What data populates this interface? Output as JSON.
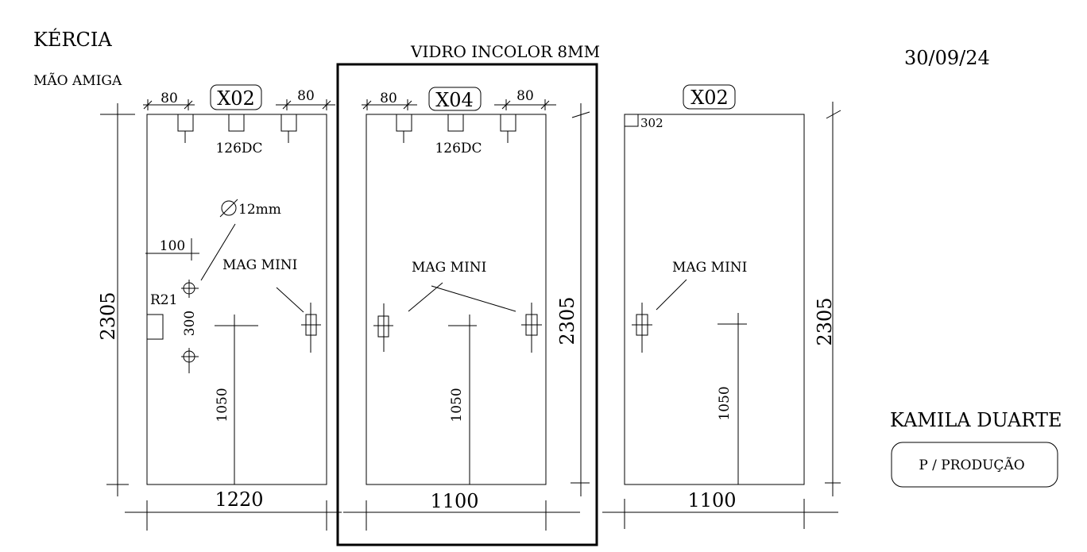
{
  "header": {
    "client": "KÉRCIA",
    "company": "MÃO AMIGA",
    "glass_spec": "VIDRO INCOLOR 8MM",
    "date": "30/09/24"
  },
  "footer": {
    "author": "KAMILA DUARTE",
    "stamp": "P / PRODUÇÃO"
  },
  "panels": [
    {
      "qty": "X02",
      "width": "1220",
      "height": "2305",
      "hinge_model": "126DC",
      "hinge_offset_left": "80",
      "hinge_offset_right": "80",
      "lock": "MAG MINI",
      "handle_height": "1050",
      "hole_diameter": "12mm",
      "hole_offset": "100",
      "notch_radius": "R21",
      "hole_spacing": "300"
    },
    {
      "qty": "X04",
      "width": "1100",
      "height": "2305",
      "hinge_model": "126DC",
      "hinge_offset_left": "80",
      "hinge_offset_right": "80",
      "lock": "MAG MINI",
      "handle_height": "1050"
    },
    {
      "qty": "X02",
      "width": "1100",
      "height": "2305",
      "corner_fitting": "302",
      "lock": "MAG MINI",
      "handle_height": "1050"
    }
  ]
}
